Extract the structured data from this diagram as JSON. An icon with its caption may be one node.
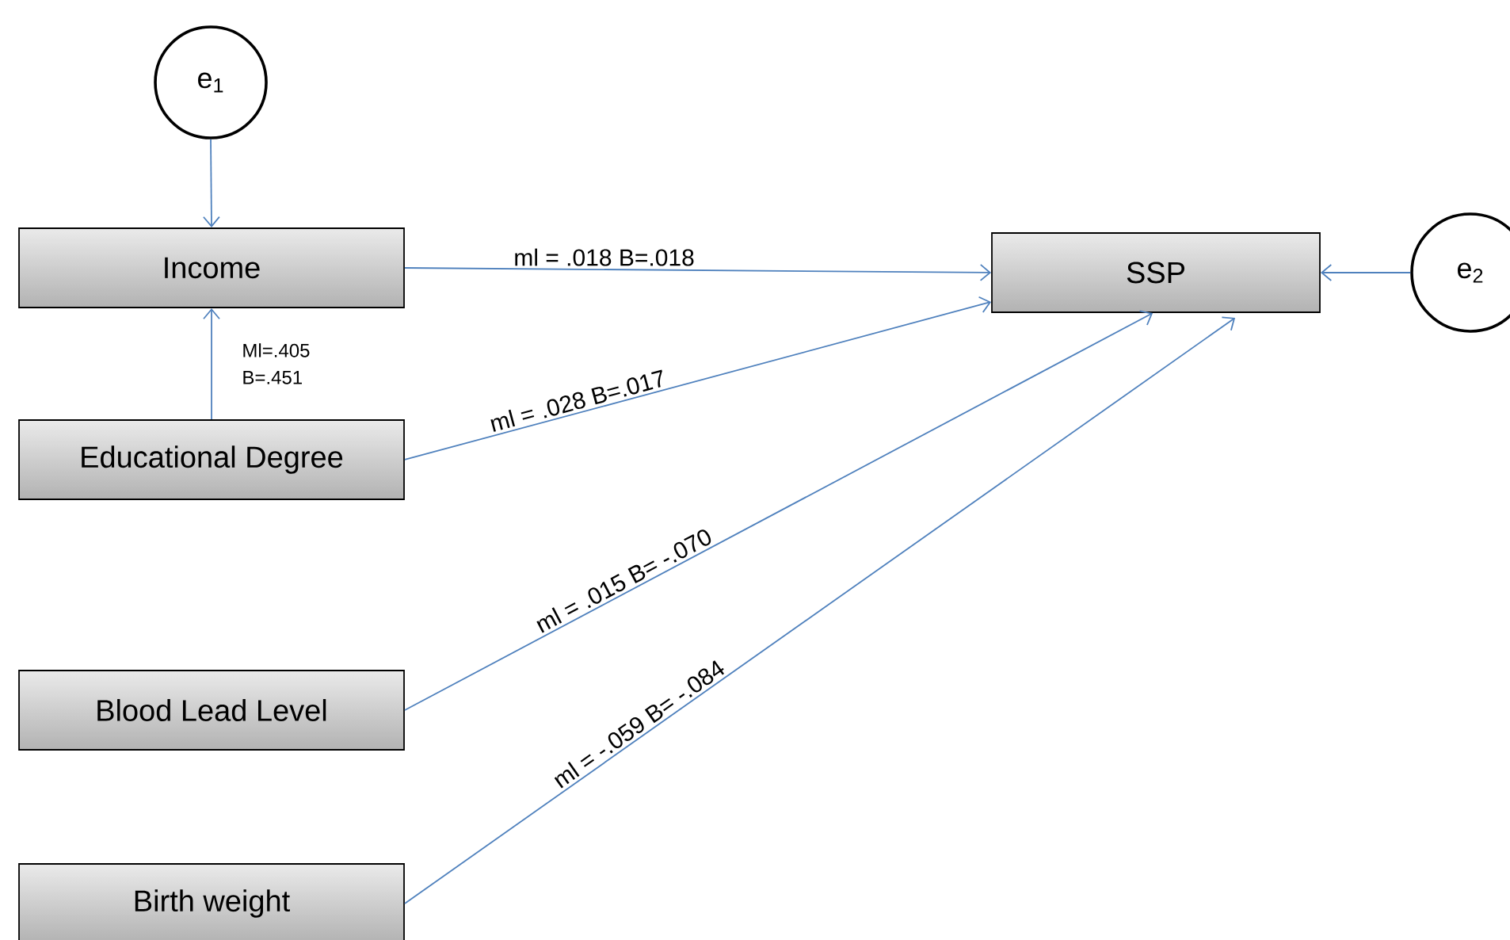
{
  "diagram": {
    "nodes": [
      {
        "text": [
          "e$_{1}$"
        ]
      },
      {
        "text": [
          "Income"
        ]
      },
      {
        "text": [
          "SSP"
        ]
      },
      {
        "text": [
          "e$_{2}$"
        ]
      },
      {
        "text": [
          "Educational Degree"
        ]
      },
      {
        "text": [
          "Blood Lead Level"
        ]
      },
      {
        "text": [
          "Birth weight"
        ]
      }
    ],
    "edges": [
      {
        "from": 0,
        "to": 1,
        "arrow": "to"
      },
      {
        "from": 1,
        "to": 2,
        "arrow": "to",
        "label": "ml = .018 B=.018"
      },
      {
        "from": 4,
        "to": 1,
        "arrow": "to",
        "label": "Ml=.405 B=.451"
      },
      {
        "from": 4,
        "to": 2,
        "arrow": "to",
        "label": "ml = .028 B=.017"
      },
      {
        "from": 5,
        "to": 2,
        "arrow": "to",
        "label": "ml = .015 B= -.070"
      },
      {
        "from": 6,
        "to": 2,
        "arrow": "to",
        "label": "ml = -.059 B= -.084"
      },
      {
        "from": 3,
        "to": 2,
        "arrow": "to"
      }
    ]
  }
}
